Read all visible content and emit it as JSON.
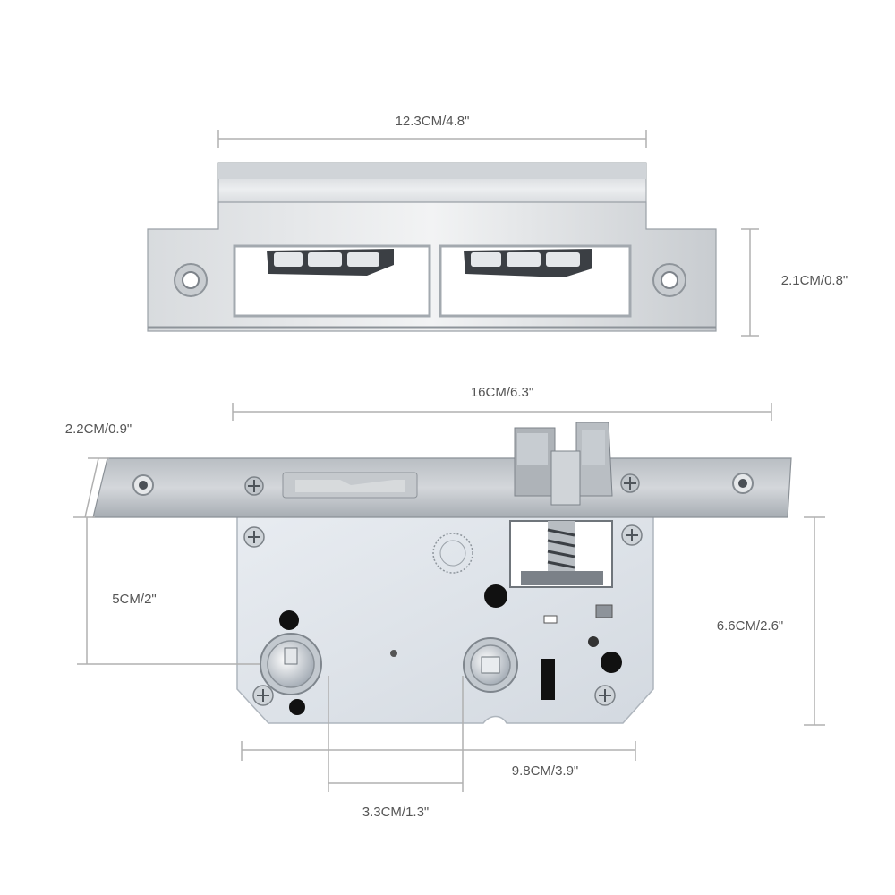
{
  "dimensions": {
    "strike_width": "12.3CM/4.8\"",
    "strike_height": "2.1CM/0.8\"",
    "faceplate_length": "16CM/6.3\"",
    "faceplate_width": "2.2CM/0.9\"",
    "backset": "5CM/2\"",
    "body_height": "6.6CM/2.6\"",
    "center_distance": "3.3CM/1.3\"",
    "body_length": "9.8CM/3.9\""
  },
  "colors": {
    "steel_light": "#d9dde1",
    "steel_dark": "#9aa0a6",
    "body_plate": "#dfe4ea",
    "dim_line": "#b0b0b0",
    "dim_text": "#555555"
  }
}
